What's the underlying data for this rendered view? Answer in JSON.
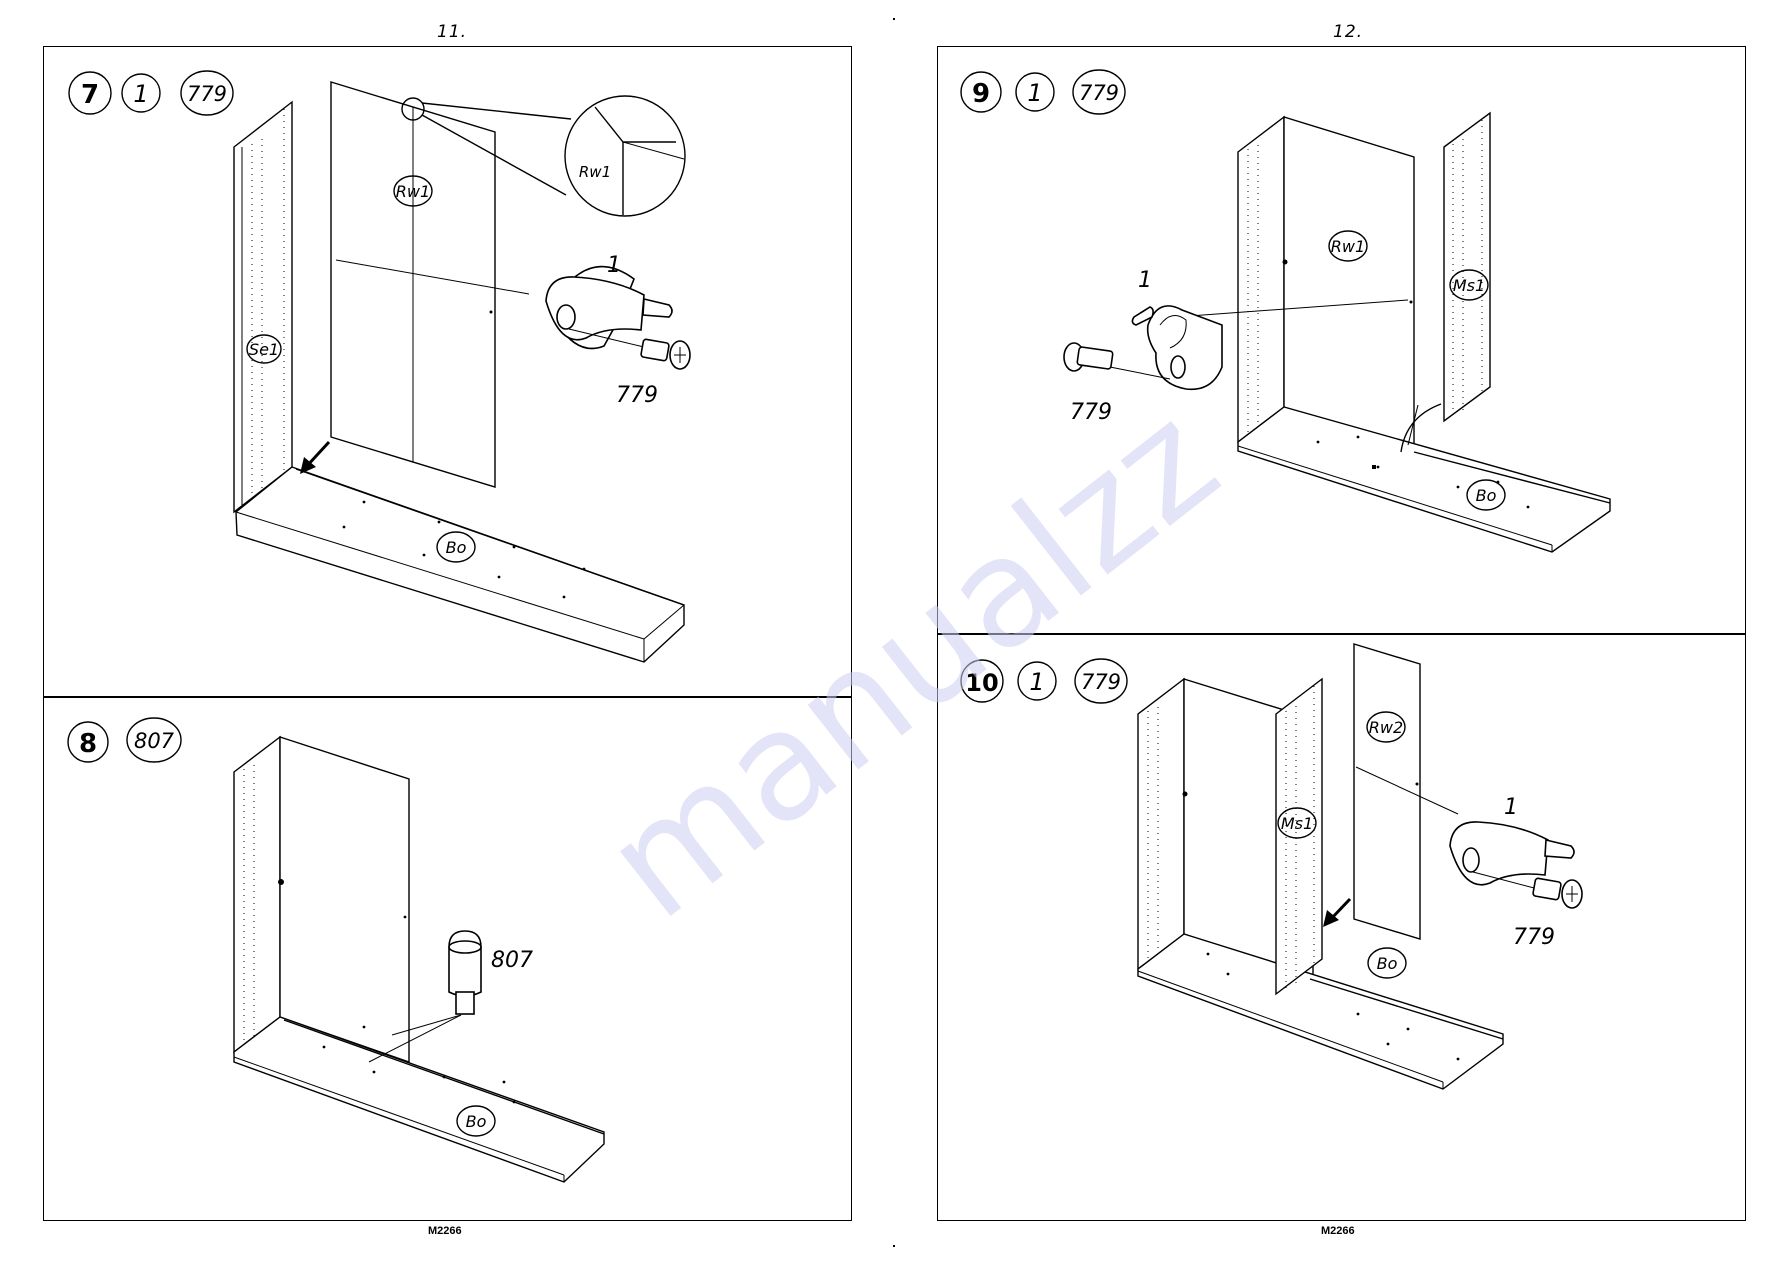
{
  "pages": [
    {
      "number": "11.",
      "footer": "M2266"
    },
    {
      "number": "12.",
      "footer": "M2266"
    }
  ],
  "steps": [
    {
      "step": "7",
      "badges": [
        "1",
        "779"
      ],
      "labels": {
        "side": "Se1",
        "back": "Rw1",
        "bottom": "Bo",
        "zoom": "Rw1",
        "connector": "1",
        "screw": "779"
      }
    },
    {
      "step": "8",
      "badges": [
        "807"
      ],
      "labels": {
        "bottom": "Bo",
        "foot": "807"
      }
    },
    {
      "step": "9",
      "badges": [
        "1",
        "779"
      ],
      "labels": {
        "back": "Rw1",
        "middle": "Ms1",
        "bottom": "Bo",
        "connector": "1",
        "screw": "779"
      }
    },
    {
      "step": "10",
      "badges": [
        "1",
        "779"
      ],
      "labels": {
        "middle": "Ms1",
        "back": "Rw2",
        "bottom": "Bo",
        "connector": "1",
        "screw": "779"
      }
    }
  ],
  "watermark": {
    "text": "manualzz",
    "color": "#c8c8f0"
  }
}
